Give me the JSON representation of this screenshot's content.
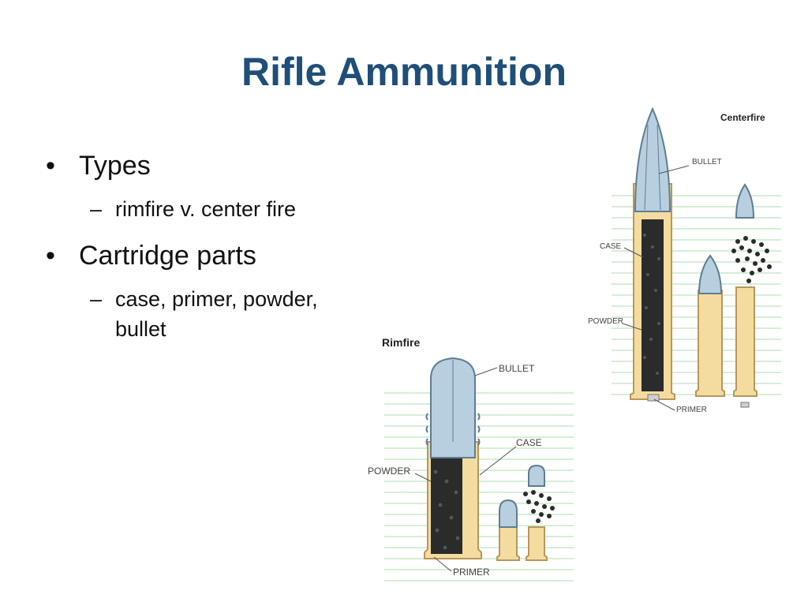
{
  "slide": {
    "title": "Rifle Ammunition",
    "bullets": [
      {
        "text": "Types",
        "sub": "rimfire v. center fire"
      },
      {
        "text": "Cartridge parts",
        "sub": "case, primer, powder, bullet"
      }
    ]
  },
  "centerfire_figure": {
    "heading": "Centerfire",
    "labels": {
      "bullet": "BULLET",
      "case": "CASE",
      "powder": "POWDER",
      "primer": "PRIMER"
    }
  },
  "rimfire_figure": {
    "heading": "Rimfire",
    "labels": {
      "bullet": "BULLET",
      "case": "CASE",
      "powder": "POWDER",
      "primer": "PRIMER"
    }
  },
  "colors": {
    "title": "#1f4e79",
    "brass": "#f4dca0",
    "brass_edge": "#b8975a",
    "bullet_blue": "#b7cfdf",
    "bullet_edge": "#5e7d93",
    "powder": "#2b2b2b",
    "ruled_lines": "#bfe3bf"
  }
}
